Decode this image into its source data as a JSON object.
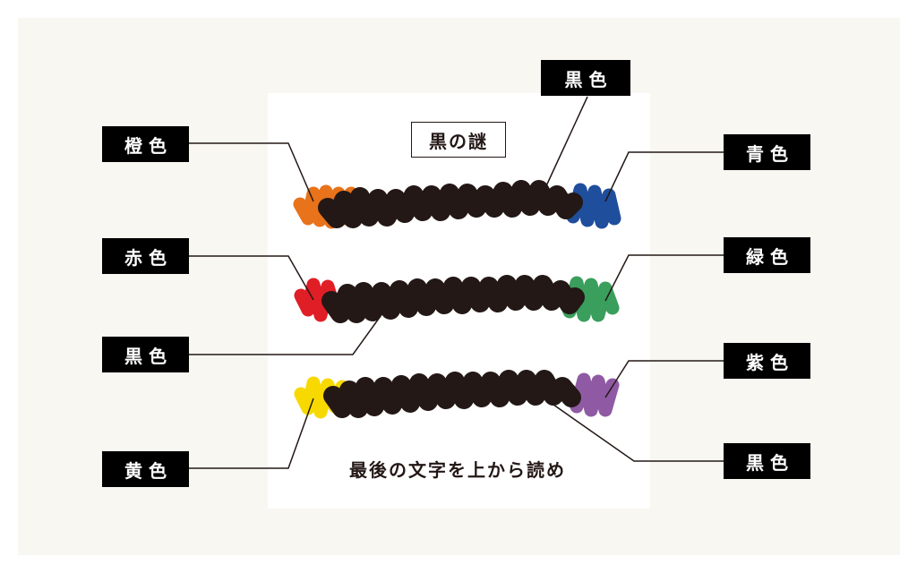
{
  "title": "黒の謎",
  "instruction": "最後の文字を上から読め",
  "labels": {
    "orange": "橙色",
    "red": "赤色",
    "black_mid_left": "黒色",
    "yellow": "黄色",
    "black_top": "黒色",
    "blue": "青色",
    "green": "緑色",
    "purple": "紫色",
    "black_bottom_right": "黒色"
  },
  "colors": {
    "background": "#f9f7f2",
    "card": "#ffffff",
    "black_marker": "#231815",
    "orange": "#e8731a",
    "blue": "#1f4e9c",
    "red": "#e01e26",
    "green": "#3a9e5c",
    "yellow": "#f7d900",
    "purple": "#8f5aa3"
  }
}
